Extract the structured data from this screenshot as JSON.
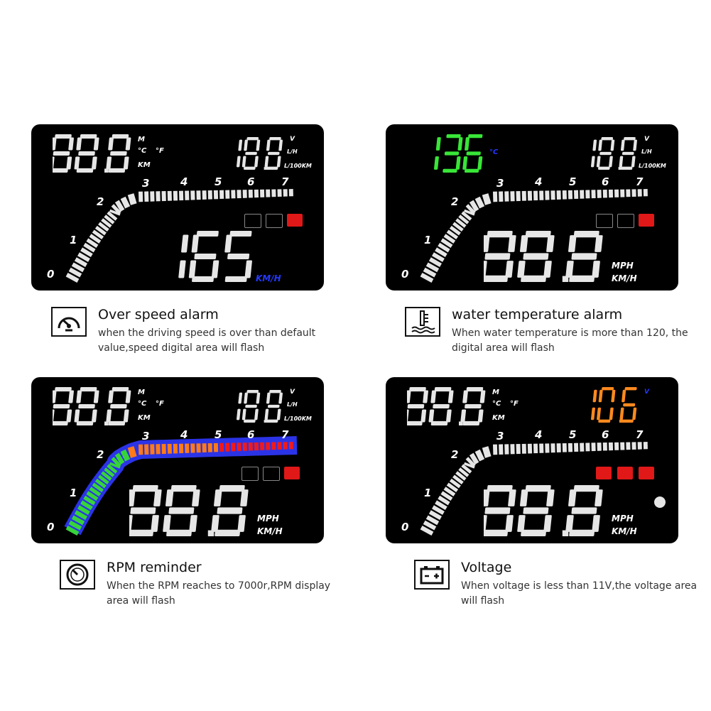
{
  "colors": {
    "segment_white": "#e6e6e6",
    "rpm_green": "#36d43a",
    "rpm_orange": "#ff7a18",
    "rpm_red": "#f01a1a",
    "rpm_blue": "#2b33e6",
    "temp_green": "#38e637",
    "volt_orange": "#ff8a1e",
    "unit_blue": "#2438ff",
    "warn_red": "#e01818"
  },
  "panels": [
    {
      "speed": "165",
      "speed_unit": "KM/H",
      "top_left": "88.8",
      "top_right": "18.8",
      "units_left": [
        "M",
        "°C",
        "°F",
        "KM"
      ],
      "units_right": [
        "V",
        "L/H",
        "L/100KM"
      ],
      "rpm_ticks": [
        "0",
        "1",
        "2",
        "3",
        "4",
        "5",
        "6",
        "7"
      ]
    },
    {
      "speed": "88.8",
      "speed_units": [
        "MPH",
        "KM/H"
      ],
      "top_left": "136",
      "top_left_unit": "°C",
      "top_right": "18.8",
      "units_right": [
        "V",
        "L/H",
        "L/100KM"
      ],
      "rpm_ticks": [
        "0",
        "1",
        "2",
        "3",
        "4",
        "5",
        "6",
        "7"
      ]
    },
    {
      "speed": "88.8",
      "speed_units": [
        "MPH",
        "KM/H"
      ],
      "top_left": "88.8",
      "top_right": "18.8",
      "units_left": [
        "M",
        "°C",
        "°F",
        "KM"
      ],
      "units_right": [
        "V",
        "L/H",
        "L/100KM"
      ],
      "rpm_ticks": [
        "0",
        "1",
        "2",
        "3",
        "4",
        "5",
        "6",
        "7"
      ]
    },
    {
      "speed": "88.8",
      "speed_units": [
        "MPH",
        "KM/H"
      ],
      "top_left": "88.8",
      "top_right": "10.6",
      "top_right_unit": "V",
      "units_left": [
        "M",
        "°C",
        "°F",
        "KM"
      ],
      "rpm_ticks": [
        "0",
        "1",
        "2",
        "3",
        "4",
        "5",
        "6",
        "7"
      ]
    }
  ],
  "captions": [
    {
      "icon": "speedometer-icon",
      "title": "Over speed alarm",
      "desc": "when the driving speed is over than default value,speed digital area will flash"
    },
    {
      "icon": "water-temperature-icon",
      "title": "water temperature alarm",
      "desc": "When water temperature is more than 120, the digital area will flash"
    },
    {
      "icon": "tachometer-icon",
      "title": "RPM reminder",
      "desc": "When the RPM reaches to 7000r,RPM display area will flash"
    },
    {
      "icon": "battery-icon",
      "title": "Voltage",
      "desc": "When voltage is less than 11V,the voltage area will flash"
    }
  ]
}
